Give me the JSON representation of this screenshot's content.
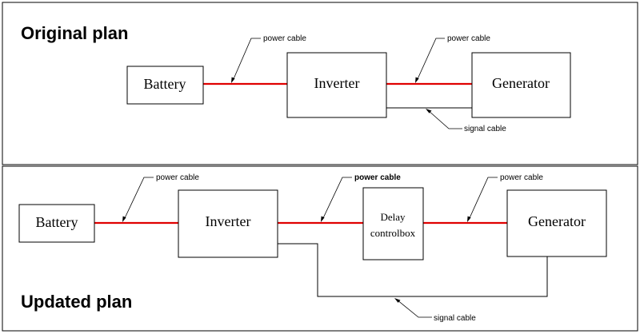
{
  "original": {
    "title": "Original plan",
    "battery": "Battery",
    "inverter": "Inverter",
    "generator": "Generator",
    "power_cable_1": "power cable",
    "power_cable_2": "power cable",
    "signal_cable": "signal cable"
  },
  "updated": {
    "title": "Updated plan",
    "battery": "Battery",
    "inverter": "Inverter",
    "delay_line1": "Delay",
    "delay_line2": "controlbox",
    "generator": "Generator",
    "power_cable_1": "power cable",
    "power_cable_2": "power cable",
    "power_cable_3": "power cable",
    "signal_cable": "signal cable"
  },
  "colors": {
    "power_cable": "#e00000",
    "signal_cable": "#000000"
  }
}
